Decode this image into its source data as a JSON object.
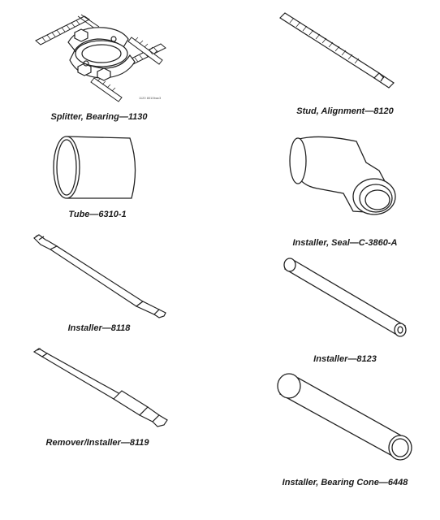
{
  "tools": [
    {
      "id": "splitter",
      "caption": "Splitter, Bearing—1130",
      "figure_id": "1120 8010bac3"
    },
    {
      "id": "stud",
      "caption": "Stud, Alignment—8120"
    },
    {
      "id": "tube",
      "caption": "Tube—6310-1"
    },
    {
      "id": "seal-installer",
      "caption": "Installer, Seal—C-3860-A"
    },
    {
      "id": "installer-8118",
      "caption": "Installer—8118"
    },
    {
      "id": "installer-8123",
      "caption": "Installer—8123"
    },
    {
      "id": "remover-installer",
      "caption": "Remover/Installer—8119"
    },
    {
      "id": "bearing-cone-installer",
      "caption": "Installer, Bearing Cone—6448"
    }
  ]
}
